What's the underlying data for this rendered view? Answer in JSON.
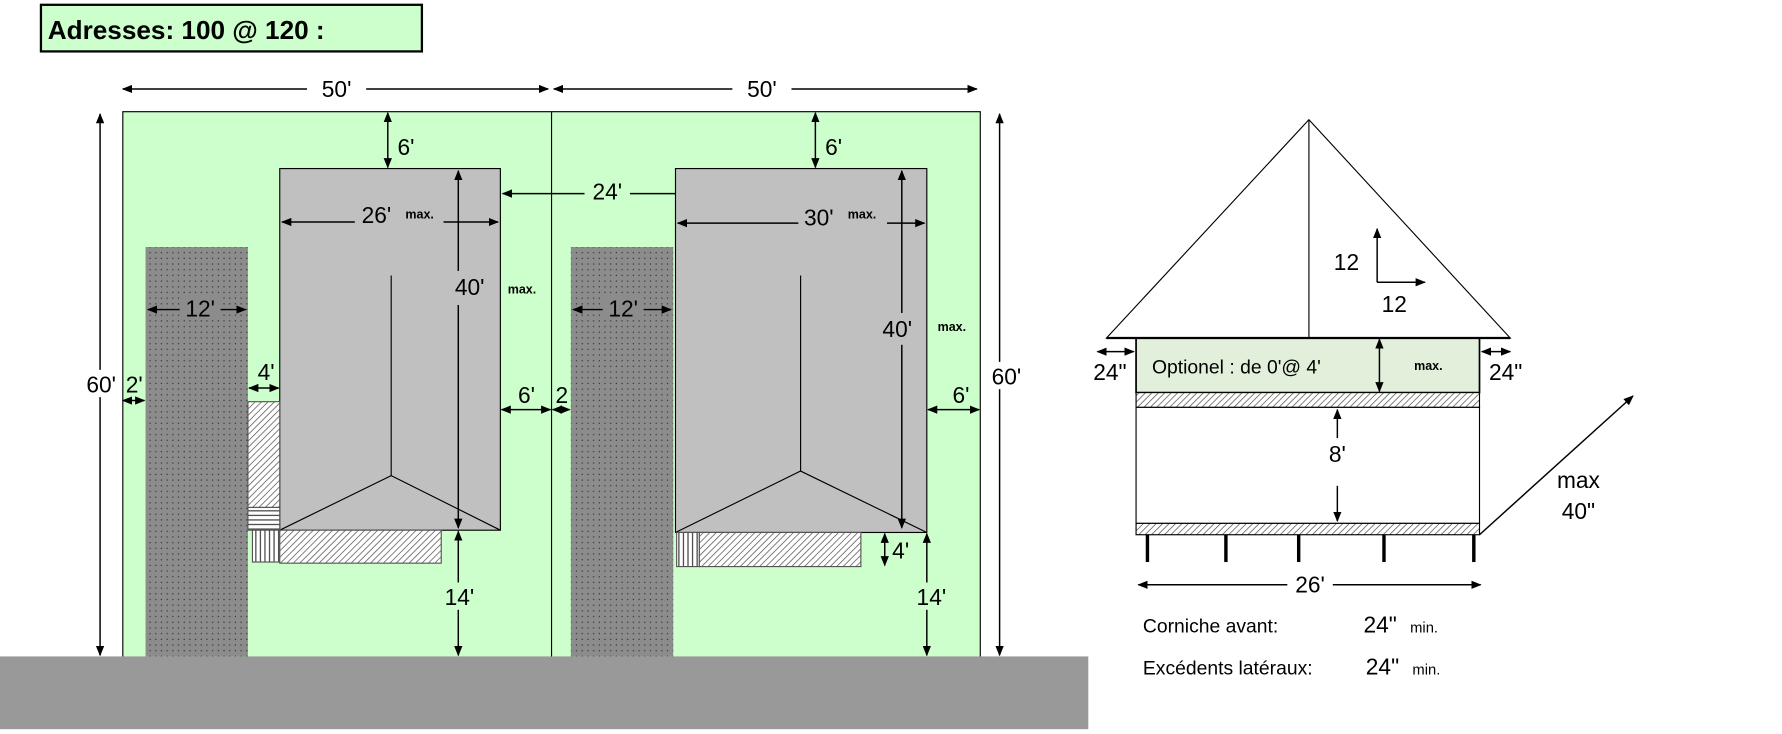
{
  "title": "Adresses:  100 @ 120 :",
  "colors": {
    "lot": "#ccffcc",
    "house": "#c0c0c0",
    "driveway": "#8c8c8c",
    "ground": "#999999",
    "optional_floor": "#e2efda"
  },
  "plan": {
    "lot_width_left": "50'",
    "lot_width_right": "50'",
    "lot_depth_left": "60'",
    "lot_depth_right": "60'",
    "between_houses": "24'",
    "left_lot": {
      "front_setback": "6'",
      "house_width": "26'",
      "house_width_note": "max.",
      "house_depth": "40'",
      "house_depth_note": "max.",
      "driveway_width": "12'",
      "driveway_side_margin": "2'",
      "driveway_gap": "4'",
      "side_setback": "6'",
      "rear_setback": "14'"
    },
    "right_lot": {
      "front_setback": "6'",
      "house_width": "30'",
      "house_width_note": "max.",
      "house_depth": "40'",
      "house_depth_note": "max.",
      "driveway_width": "12'",
      "driveway_side_margin": "2",
      "porch_depth": "4'",
      "side_setback": "6'",
      "rear_setback": "14'"
    }
  },
  "elevation": {
    "pitch_rise": "12",
    "pitch_run": "12",
    "optional_text": "Optionel : de 0'@ 4'",
    "optional_note": "max.",
    "overhang_left": "24\"",
    "overhang_right": "24\"",
    "wall_height": "8'",
    "width": "26'",
    "diagonal_label_1": "max",
    "diagonal_label_2": "40\"",
    "notes": [
      {
        "label": "Corniche avant:",
        "value": "24\"",
        "unit": "min."
      },
      {
        "label": "Excédents latéraux:",
        "value": "24\"",
        "unit": "min."
      }
    ]
  }
}
